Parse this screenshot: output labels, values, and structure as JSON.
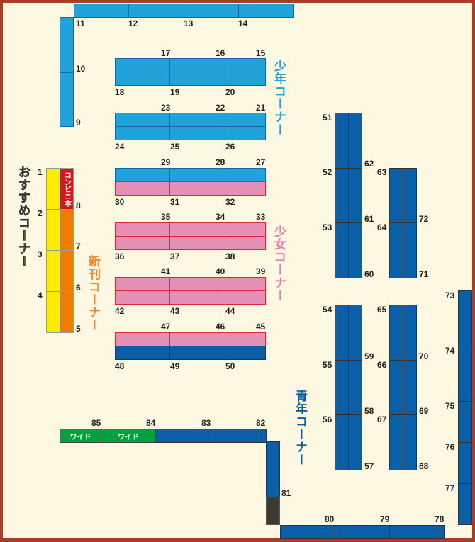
{
  "corners": {
    "shonen": "少年コーナー",
    "shojo": "少女コーナー",
    "shinkan": "新刊コーナー",
    "osusume": "おすすめコーナー",
    "seinen": "青年コーナー",
    "convenience": "コンビニ本",
    "wide": "ワイド"
  },
  "colors": {
    "shonen": "#21a3da",
    "shojo": "#e590b6",
    "seinen": "#0a5fa6",
    "osusume": "#ffec00",
    "shinkan": "#ee7d00",
    "convenience": "#d7141f",
    "wide": "#00a23c",
    "frame": "#a73f26"
  },
  "shelf_numbers": [
    "1",
    "2",
    "3",
    "4",
    "5",
    "6",
    "7",
    "8",
    "9",
    "10",
    "11",
    "12",
    "13",
    "14",
    "15",
    "16",
    "17",
    "18",
    "19",
    "20",
    "21",
    "22",
    "23",
    "24",
    "25",
    "26",
    "27",
    "28",
    "29",
    "30",
    "31",
    "32",
    "33",
    "34",
    "35",
    "36",
    "37",
    "38",
    "39",
    "40",
    "41",
    "42",
    "43",
    "44",
    "45",
    "46",
    "47",
    "48",
    "49",
    "50",
    "51",
    "52",
    "53",
    "54",
    "55",
    "56",
    "57",
    "58",
    "59",
    "60",
    "61",
    "62",
    "63",
    "64",
    "65",
    "66",
    "67",
    "68",
    "69",
    "70",
    "71",
    "72",
    "73",
    "74",
    "75",
    "76",
    "77",
    "78",
    "79",
    "80",
    "81",
    "82",
    "83",
    "84",
    "85"
  ]
}
